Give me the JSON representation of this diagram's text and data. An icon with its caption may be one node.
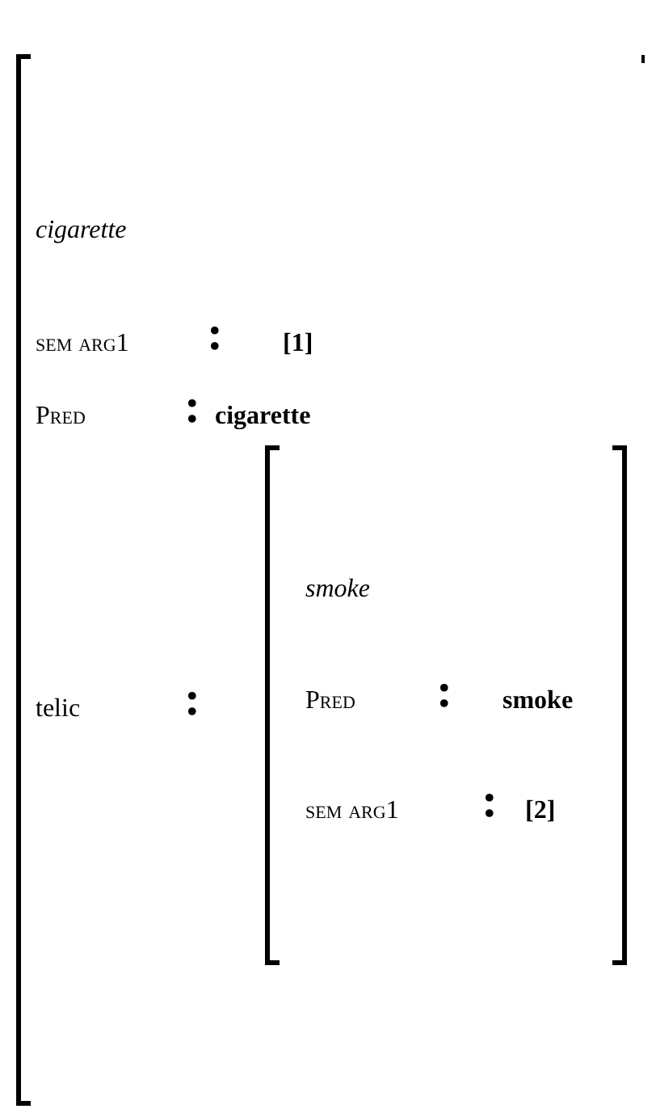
{
  "diagram": {
    "nodes": [
      {
        "text": [
          "cigarette",
          "sem arg1",
          ":",
          "[1]",
          "Pred",
          ":",
          "cigarette",
          "telic",
          ":"
        ]
      },
      {
        "text": [
          "smoke",
          "Pred",
          ":",
          "smoke",
          "sem arg1",
          ":",
          "[2]"
        ],
        "in": 0
      }
    ]
  }
}
